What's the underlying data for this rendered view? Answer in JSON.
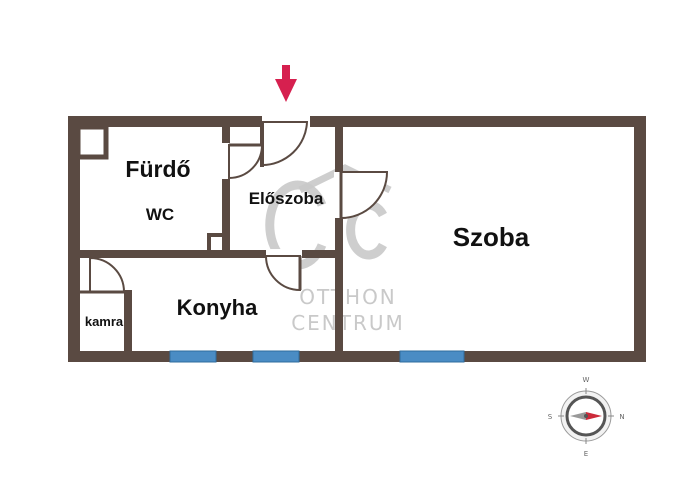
{
  "plan": {
    "rooms": {
      "furdo": "Fürdő",
      "wc": "WC",
      "eloszoba": "Előszoba",
      "szoba": "Szoba",
      "konyha": "Konyha",
      "kamra": "kamra"
    },
    "watermark": {
      "logo_letters": "OC",
      "line1": "OTTHON",
      "line2": "CENTRUM"
    },
    "compass": {
      "north": "N",
      "south": "S",
      "east": "E",
      "west": "W"
    },
    "colors": {
      "wall": "#5a4a42",
      "window": "#4a8cc4",
      "door": "#dddddd",
      "entrance_arrow": "#d6204f",
      "compass_needle": "#cc2a3a"
    }
  }
}
